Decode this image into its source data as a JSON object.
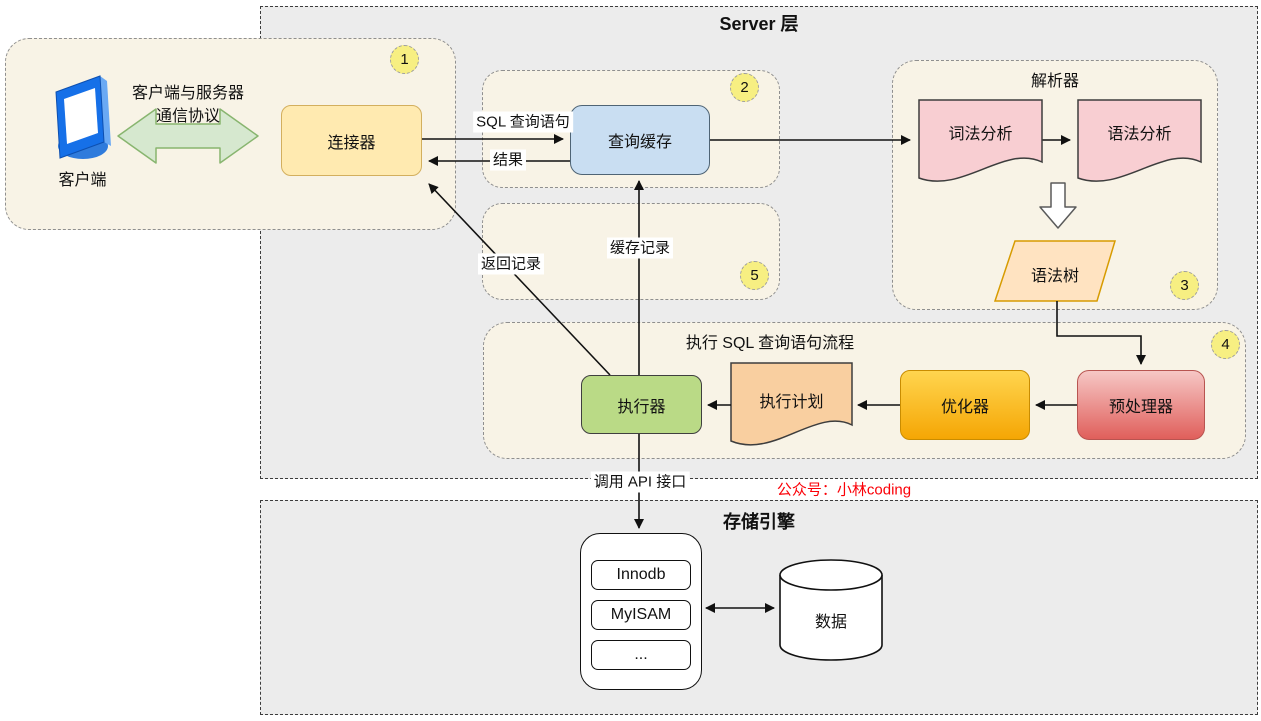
{
  "titles": {
    "server": "Server 层",
    "storage": "存储引擎"
  },
  "client_group": {
    "badge": "1",
    "protocol_line1": "客户端与服务器",
    "protocol_line2": "通信协议",
    "client_label": "客户端",
    "connector_label": "连接器"
  },
  "cache_group": {
    "badge": "2",
    "cache_label": "查询缓存"
  },
  "record_group": {
    "badge": "5",
    "cache_record": "缓存记录",
    "return_record": "返回记录"
  },
  "parser_group": {
    "badge": "3",
    "title": "解析器",
    "lexical": "词法分析",
    "syntactic": "语法分析",
    "tree": "语法树"
  },
  "exec_group": {
    "badge": "4",
    "title": "执行 SQL 查询语句流程",
    "executor": "执行器",
    "plan": "执行计划",
    "optimizer": "优化器",
    "preprocessor": "预处理器"
  },
  "edges": {
    "sql_query": "SQL 查询语句",
    "result": "结果",
    "call_api": "调用 API 接口"
  },
  "watermark": {
    "text": "公众号：小林coding"
  },
  "storage_group": {
    "engines": [
      "Innodb",
      "MyISAM",
      "..."
    ],
    "data_label": "数据"
  },
  "colors": {
    "canvas-bg": "#ffffff",
    "container-fill": "#ececec",
    "group-fill": "#f8f3e6",
    "connector-fill": "#ffeab0",
    "connector-border": "#d3af5e",
    "cache-fill": "#c9def2",
    "cache-border": "#4f6475",
    "doc-pink-fill": "#f8ced2",
    "doc-border": "#3d3d3d",
    "tree-fill": "#ffe3c1",
    "tree-border": "#d79b00",
    "executor-fill": "#bada86",
    "executor-border": "#3f3f3f",
    "plan-fill": "#f9cfa0",
    "optimizer-fill-top": "#ffd54f",
    "optimizer-fill-bottom": "#f5a604",
    "optimizer-border": "#c98c00",
    "preprocessor-fill-top": "#f6c7c5",
    "preprocessor-fill-bottom": "#e05f5b",
    "preprocessor-border": "#b85450",
    "badge-fill": "#f7ef82",
    "badge-border": "#9e9e9e",
    "green-arrow-fill": "#d6e8cf",
    "green-arrow-border": "#88b56f",
    "line-color": "#111111",
    "watermark-color": "#fb0007",
    "client-icon-blue": "#1670e8"
  }
}
